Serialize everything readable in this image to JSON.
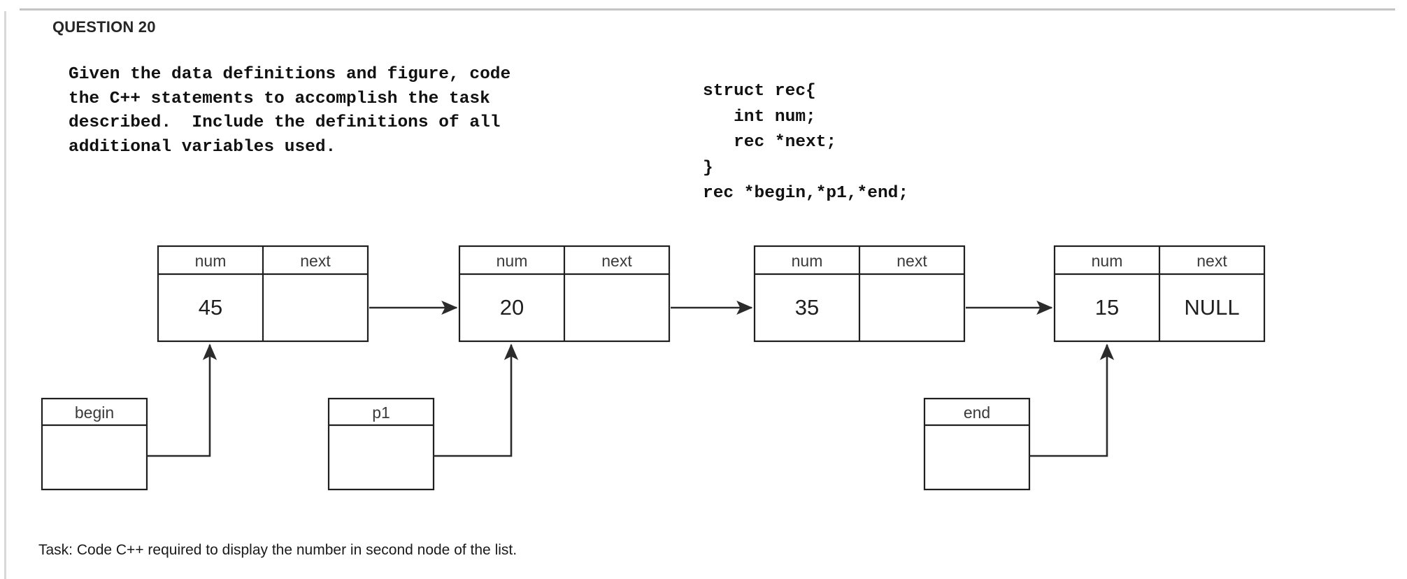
{
  "question": {
    "title": "QUESTION 20",
    "prompt": "Given the data definitions and figure, code\nthe C++ statements to accomplish the task\ndescribed.  Include the definitions of all\nadditional variables used.",
    "code": "struct rec{\n   int num;\n   rec *next;\n}\nrec *begin,*p1,*end;",
    "task": "Task: Code C++ required to display the number in second node of the list."
  },
  "diagram": {
    "type": "linked-list",
    "node_headers": [
      "num",
      "next"
    ],
    "nodes": [
      {
        "num": "45",
        "next": ""
      },
      {
        "num": "20",
        "next": ""
      },
      {
        "num": "35",
        "next": ""
      },
      {
        "num": "15",
        "next": "NULL"
      }
    ],
    "pointers": [
      {
        "label": "begin",
        "target_node": 0
      },
      {
        "label": "p1",
        "target_node": 1
      },
      {
        "label": "end",
        "target_node": 3
      }
    ],
    "link_arrows": [
      "node0->node1",
      "node1->node2",
      "node2->node3"
    ],
    "colors": {
      "stroke": "#1f1f1f",
      "text": "#1a1a1a",
      "label": "#3a3a3a",
      "rule": "#c4c4c4",
      "background": "#ffffff"
    }
  }
}
